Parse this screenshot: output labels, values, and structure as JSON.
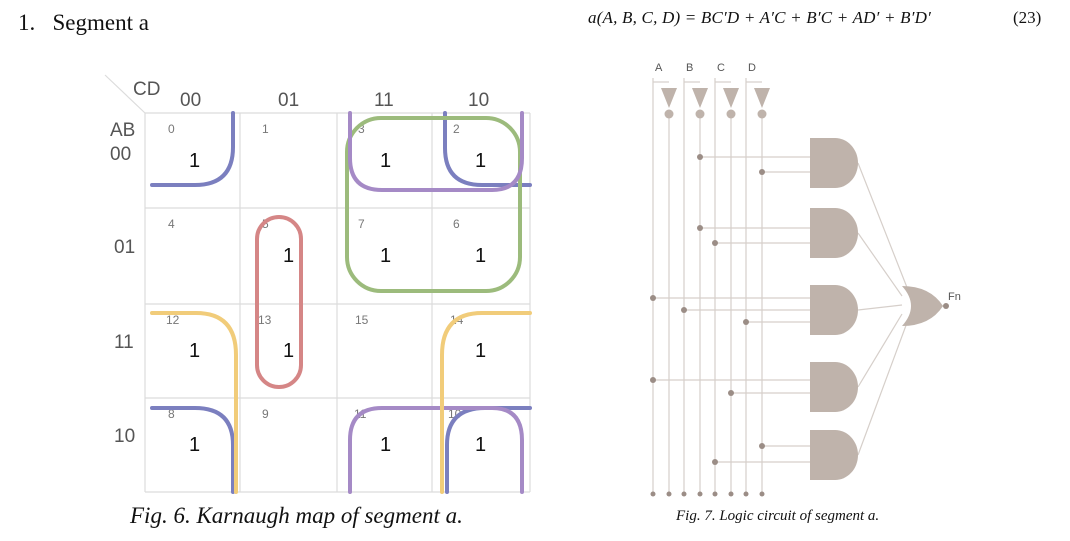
{
  "heading": {
    "number": "1.",
    "title": "Segment a"
  },
  "equation": {
    "text": "a(A, B, C, D) = BC′D + A′C + B′C + AD′ + B′D′",
    "number": "(23)"
  },
  "kmap": {
    "corner_cd": "CD",
    "corner_ab": "AB",
    "col_labels": [
      "00",
      "01",
      "11",
      "10"
    ],
    "row_labels": [
      "00",
      "01",
      "11",
      "10"
    ],
    "cells": [
      [
        {
          "index": "0",
          "value": "1"
        },
        {
          "index": "1",
          "value": ""
        },
        {
          "index": "3",
          "value": "1"
        },
        {
          "index": "2",
          "value": "1"
        }
      ],
      [
        {
          "index": "4",
          "value": ""
        },
        {
          "index": "5",
          "value": "1"
        },
        {
          "index": "7",
          "value": "1"
        },
        {
          "index": "6",
          "value": "1"
        }
      ],
      [
        {
          "index": "12",
          "value": "1"
        },
        {
          "index": "13",
          "value": "1"
        },
        {
          "index": "15",
          "value": ""
        },
        {
          "index": "14",
          "value": "1"
        }
      ],
      [
        {
          "index": "8",
          "value": "1"
        },
        {
          "index": "9",
          "value": ""
        },
        {
          "index": "11",
          "value": "1"
        },
        {
          "index": "10",
          "value": "1"
        }
      ]
    ],
    "group_colors": {
      "blue": "#7b7fbf",
      "green": "#9cbb7c",
      "purple": "#a58ac6",
      "red": "#d58686",
      "yellow": "#f1cc7a",
      "grid": "#dcdcdc"
    },
    "caption": "Fig. 6. Karnaugh map of segment a."
  },
  "circuit": {
    "inputs": [
      "A",
      "B",
      "C",
      "D"
    ],
    "output": "Fn",
    "gate_count": 5,
    "gate_color": "#bfb3ab",
    "line_color": "#d6cfca",
    "dot_color": "#9b8d86",
    "caption": "Fig. 7. Logic circuit of segment a."
  }
}
